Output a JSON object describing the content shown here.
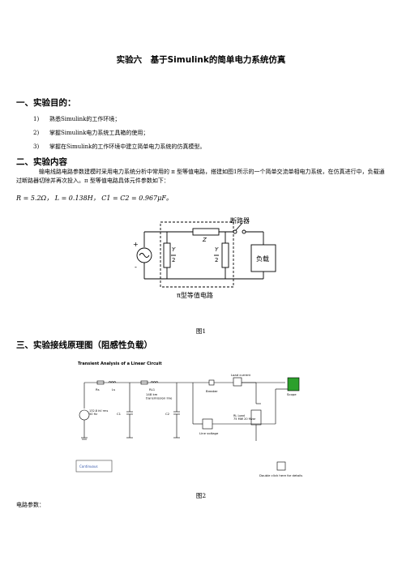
{
  "title": "实验六　基于Simulink的简单电力系统仿真",
  "sections": {
    "s1": "一、实验目的：",
    "s2": "二、实验内容",
    "s3": "三、实验接线原理图（阻感性负载）"
  },
  "objectives": [
    {
      "num": "1)",
      "text": "熟悉Simulink的工作环境；"
    },
    {
      "num": "2)",
      "text": "掌握Simulink电力系统工具箱的使用；"
    },
    {
      "num": "3)",
      "text": "掌握在Simulink的工作环境中建立简单电力系统的仿真模型。"
    }
  ],
  "content": {
    "para": "输电线路电路参数建模时采用电力系统分析中常用的 π 型等值电路，搭建如图1所示的一个简单交流单相电力系统，在仿真进行中，负载通过断路器切除并再次投入。π 型等值电路具体元件参数如下：",
    "formula": "R = 5.2Ω，  L = 0.138H，  C1 = C2 = 0.967μF。"
  },
  "fig1": {
    "breaker": "断路器",
    "z": "Z",
    "y": "Y",
    "two": "2",
    "load": "负载",
    "plus": "+",
    "minus": "-",
    "pi": "π型等值电路",
    "caption": "图1"
  },
  "fig2": {
    "title": "Transient Analysis of a Linear Circuit",
    "rs": "Rs",
    "ls": "Ls",
    "rl1": "RL1",
    "line": "148 km\ntransmission line",
    "source": "132.8 kV rms\n50 Hz",
    "c1": "C1",
    "c2": "C2",
    "breaker": "Breaker",
    "load_current": "Load current",
    "rl_load": "RL Load\n75 MW 20 Mvar",
    "line_voltage": "Line voltage",
    "scope": "Scope",
    "continuous": "Continuous",
    "doc": "Double click here for details",
    "caption": "图2"
  },
  "footer": "电路参数："
}
